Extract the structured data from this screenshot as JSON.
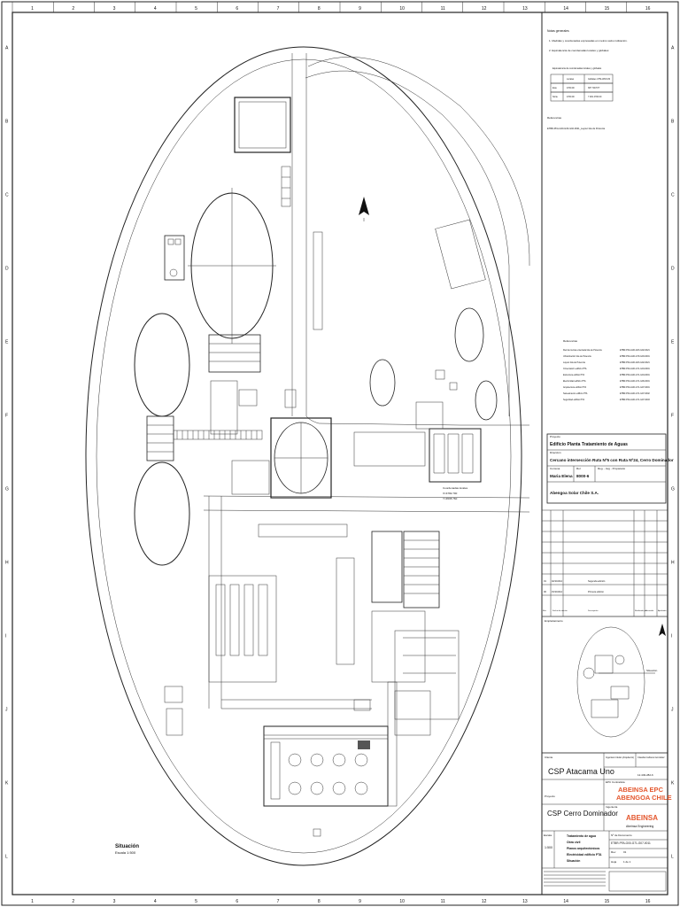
{
  "border": {
    "columns": [
      "1",
      "2",
      "3",
      "4",
      "5",
      "6",
      "7",
      "8",
      "9",
      "10",
      "11",
      "12",
      "13",
      "14",
      "15",
      "16"
    ],
    "rows": [
      "A",
      "B",
      "C",
      "D",
      "E",
      "F",
      "G",
      "H",
      "I",
      "J",
      "K",
      "L"
    ]
  },
  "notes": {
    "title": "Notas generales",
    "items": [
      "1.   Medidas y coordenadas expresadas en metros salvo indicación.",
      "2.   Equivalencia de coordenadas locales y globales:"
    ],
    "coord_table_caption": "Equivalencia de coordenadas locales y globales",
    "coord_table_headers": [
      "",
      "Locales",
      "Globales UTM-WGS 84"
    ],
    "coord_rows": [
      [
        "Este",
        "4700.00",
        "387 700.577"
      ],
      [
        "Norte",
        "4700.00",
        "7 481 4700.00"
      ]
    ],
    "ref_title": "Referencias",
    "ref_text": "ETBR-PFA-G00-G03-G02-0021_Layout Isla de Potencia"
  },
  "references": {
    "title": "Referencias",
    "rows": [
      [
        "Red de tierras enterrada Isla de Potencia",
        "ETBR-PFA-G00-G03-G02-0021"
      ],
      [
        "Urbanización Isla de Potencia",
        "ETBR-PFA-G00-G79-G03-0001"
      ],
      [
        "Layout Isla de Potencia",
        "ETBR-PFA-G00-G03-G02-0021"
      ],
      [
        "Cimentación edificio PTA",
        "ETBR-PFA-G00-G71-G04-0001"
      ],
      [
        "Estructura edificio PTA",
        "ETBR-PFA-G00-G71-G04-0001"
      ],
      [
        "Electricidad edificio PTA",
        "ETBR-PFA-G00-G71-G06-0001"
      ],
      [
        "Arquitectura edificio PTA",
        "ETBR-PFA-G00-G71-G07-0001"
      ],
      [
        "Saneamiento edificio PTA",
        "ETBR-PFA-G00-G71-G07-0002"
      ],
      [
        "Seguridad edificio PTA",
        "ETBR-PFA-G00-G71-G07-0003"
      ]
    ]
  },
  "project": {
    "proyecto_label": "Proyecto",
    "proyecto": "Edificio Planta Tratamiento de Aguas",
    "direccion_label": "Dirección",
    "direccion": "Cercano intersección Ruta Nº5 con Ruta Nº24, Cerro Dominador",
    "cliente_label": "Comuna",
    "cliente": "Maria Elena",
    "rol_label": "Rol",
    "rol": "8000-6",
    "reg_label": "Reg. - Avg - Propietario",
    "propietario": "Abengoa Solar Chile S.A."
  },
  "revisions": {
    "rows": [
      [
        "01",
        "02/10/2014",
        "Segunda edición",
        "",
        "",
        ""
      ],
      [
        "00",
        "15/10/2014",
        "Primera edición",
        "",
        "",
        ""
      ]
    ],
    "headers": [
      "Rev",
      "Fecha de edición",
      "Descripción",
      "Realizado por",
      "Revisado",
      "Aprobado"
    ]
  },
  "emplazamiento_label": "Emplazamiento",
  "situacion_small": "Situación",
  "situacion": {
    "title": "Situación",
    "scale": "Escala 1:500"
  },
  "coords_label": [
    "Coordenadas locales",
    "X=4782.700",
    "Y=4595.760"
  ],
  "titleblock": {
    "cliente_label": "Cliente",
    "cliente": "CSP Atacama Uno",
    "proyecto_label": "Proyecto",
    "proyecto": "CSP Cerro Dominador",
    "arq_label": "Ingeniero titular (Arquitecto)",
    "arq_name": "Claudia Cabrera Gonzalez",
    "arq_id": "12.449.282-6",
    "contractor_label": "EPC Contratista",
    "contractor_line1": "ABEINSA EPC",
    "contractor_line2": "ABENGOA CHILE",
    "engineering_label": "Ingeniería",
    "engineering": "ABEINSA",
    "engineering_sub": "Abeinsa Engineering",
    "escala_label": "Escala",
    "escala": "1:500",
    "titulo_lines": [
      "Tratamiento de agua",
      "Obra civil",
      "Planos arquitectónicos",
      "Electricidad edificio PTA",
      "Situación"
    ],
    "num_label": "Nº de Documento",
    "doc_num": "ETBR-PFA-G00-G71-G07-0011",
    "rev_label": "Rev",
    "rev": "01",
    "hoja_label": "Hoja",
    "hoja": "1 de 1"
  },
  "colors": {
    "accent": "#e4572e",
    "ink": "#111111"
  }
}
